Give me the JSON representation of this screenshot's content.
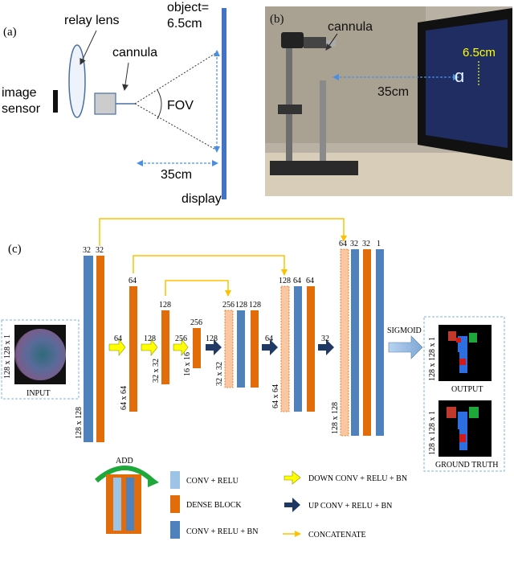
{
  "panel_a": {
    "label": "(a)",
    "image_sensor": [
      "image",
      "sensor"
    ],
    "relay_lens": "relay lens",
    "cannula": "cannula",
    "object": [
      "object=",
      "6.5cm"
    ],
    "fov": "FOV",
    "distance": "35cm",
    "display": "display"
  },
  "panel_b": {
    "label": "(b)",
    "cannula": "cannula",
    "distance": "35cm",
    "object_size": "6.5cm"
  },
  "panel_c": {
    "label": "(c)",
    "input_label": "INPUT",
    "input_size": "128 x 128 x 1",
    "output_label": "OUTPUT",
    "output_size": "128 x 128 x 1",
    "gt_label": "GROUND TRUTH",
    "gt_size": "128 x 128 x 1",
    "sigmoid": "SIGMOID",
    "channels": {
      "c1a": "32",
      "c1b": "32",
      "c2": "64",
      "c3": "128",
      "c4": "256",
      "c5a": "256",
      "c5b": "128",
      "c5c": "128",
      "c6a": "128",
      "c6b": "64",
      "c6c": "64",
      "c7a": "64",
      "c7b": "32",
      "c7c": "32",
      "c7d": "1"
    },
    "arrow_channels": {
      "a1": "64",
      "a2": "128",
      "a3": "256",
      "a4": "128",
      "a5": "64",
      "a6": "32"
    },
    "spatial": {
      "s1": "128 x 128",
      "s2": "64 x 64",
      "s3": "32 x 32",
      "s4": "16 x 16",
      "s5": "32 x 32",
      "s6": "64 x 64",
      "s7": "128 x 128"
    }
  },
  "legend": {
    "add": "ADD",
    "conv_relu": "CONV + RELU",
    "dense_block": "DENSE BLOCK",
    "conv_relu_bn": "CONV + RELU + BN",
    "down_conv": "DOWN CONV + RELU + BN",
    "up_conv": "UP CONV + RELU + BN",
    "concatenate": "CONCATENATE"
  },
  "colors": {
    "blue_block": "#4f81bd",
    "orange_block": "#e36c0a",
    "light_blue": "#9dc3e6",
    "yellow_arrow": "#ffff00",
    "navy_arrow": "#1f3864",
    "concat_line": "#ffc000",
    "photo_screen": "#1f2d63"
  }
}
